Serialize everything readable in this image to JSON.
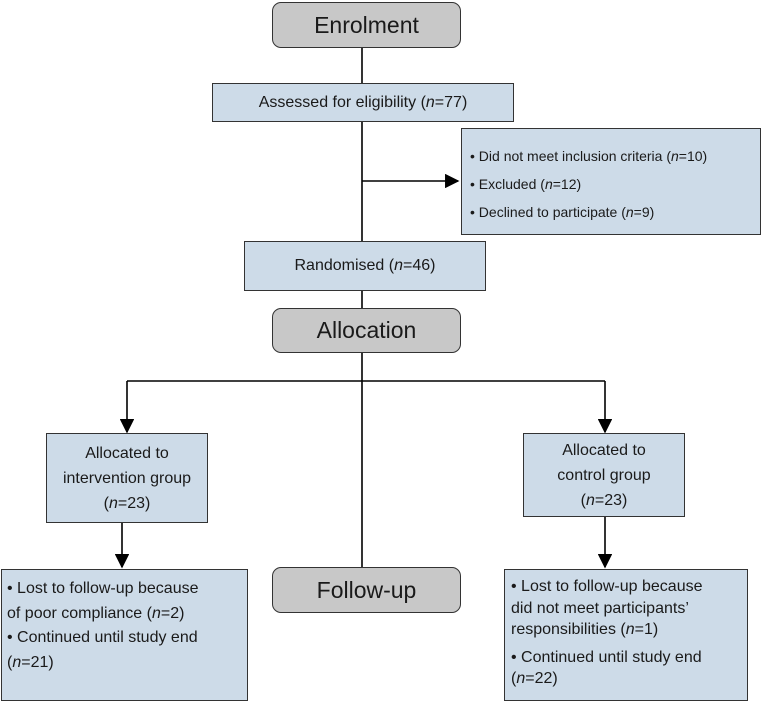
{
  "stages": {
    "enrolment": "Enrolment",
    "allocation": "Allocation",
    "followup": "Follow-up"
  },
  "assessed": {
    "pre": "Assessed for eligibility (",
    "n": "n",
    "post": "=77)"
  },
  "excluded": [
    {
      "pre": "• Did not meet inclusion criteria (",
      "n": "n",
      "post": "=10)"
    },
    {
      "pre": "• Excluded (",
      "n": "n",
      "post": "=12)"
    },
    {
      "pre": "• Declined to participate (",
      "n": "n",
      "post": "=9)"
    }
  ],
  "randomised": {
    "pre": "Randomised (",
    "n": "n",
    "post": "=46)"
  },
  "intervention_alloc": {
    "line1": "Allocated to",
    "line2": "intervention group",
    "pre": "(",
    "n": "n",
    "post": "=23)"
  },
  "control_alloc": {
    "line1": "Allocated to",
    "line2": "control group",
    "pre": "(",
    "n": "n",
    "post": "=23)"
  },
  "intervention_followup": {
    "l1": "• Lost to follow-up because",
    "l2pre": "of poor compliance (",
    "l2n": "n",
    "l2post": "=2)",
    "l3": "• Continued until study end",
    "l4pre": "(",
    "l4n": "n",
    "l4post": "=21)"
  },
  "control_followup": {
    "l1": "• Lost to follow-up because",
    "l2": "did not meet participants’",
    "l3pre": "responsibilities (",
    "l3n": "n",
    "l3post": "=1)",
    "l4": "• Continued until study end",
    "l5pre": "(",
    "l5n": "n",
    "l5post": "=22)"
  }
}
